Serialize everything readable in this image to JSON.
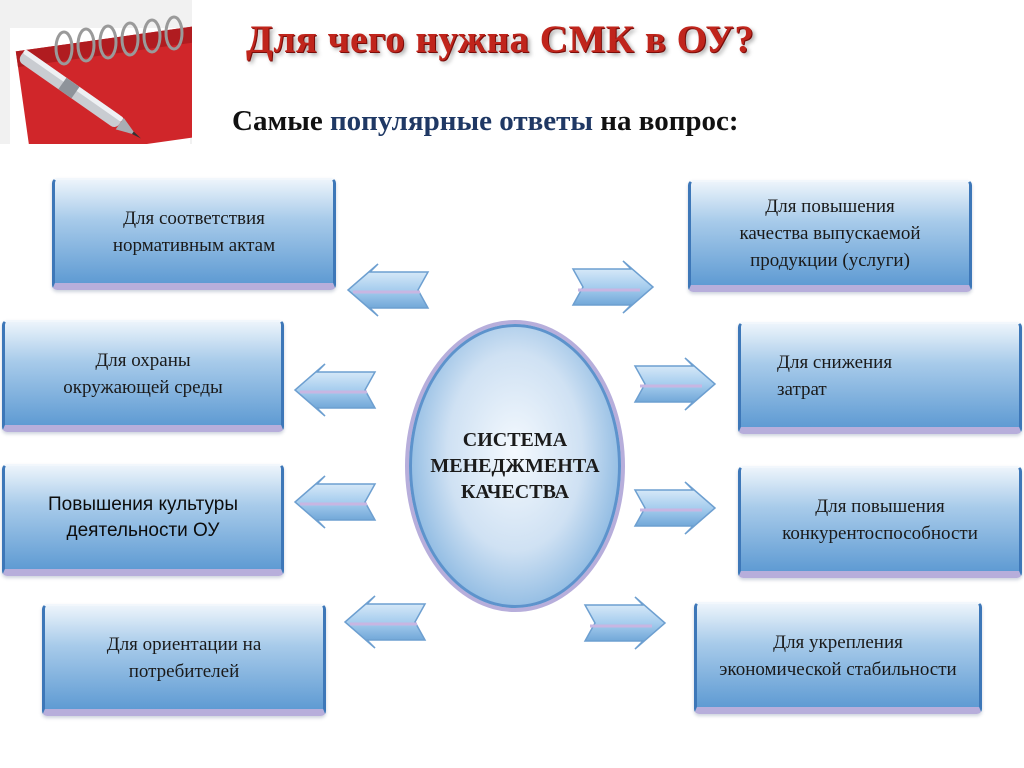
{
  "title": "Для чего нужна СМК в ОУ?",
  "subtitle": {
    "before": "Самые ",
    "highlight": "популярные ответы",
    "after": " на вопрос:"
  },
  "center": {
    "lines": [
      "СИСТЕМА",
      "МЕНЕДЖМЕНТА",
      "КАЧЕСТВА"
    ]
  },
  "left_nodes": [
    {
      "lines": [
        "Для соответствия",
        "нормативным актам"
      ]
    },
    {
      "lines": [
        "Для охраны",
        "окружающей среды"
      ]
    },
    {
      "lines": [
        "Повышения культуры",
        "деятельности ОУ"
      ]
    },
    {
      "lines": [
        "Для ориентации на",
        "потребителей"
      ]
    }
  ],
  "right_nodes": [
    {
      "lines": [
        "Для повышения",
        "качества выпускаемой",
        "продукции (услуги)"
      ]
    },
    {
      "lines": [
        "Для снижения",
        "затрат"
      ]
    },
    {
      "lines": [
        "Для повышения",
        "конкурентоспособности"
      ]
    },
    {
      "lines": [
        "Для укрепления",
        "экономической стабильности"
      ]
    }
  ],
  "colors": {
    "title": "#c0251c",
    "subtitle_highlight": "#1f3864",
    "box_top": "#ecf4fb",
    "box_bottom": "#5f9bd3",
    "box_shadow_band": "#b7aedb",
    "arrow": "#8fc0e6"
  },
  "icons": {
    "photo": "pen-on-notebook-image"
  }
}
